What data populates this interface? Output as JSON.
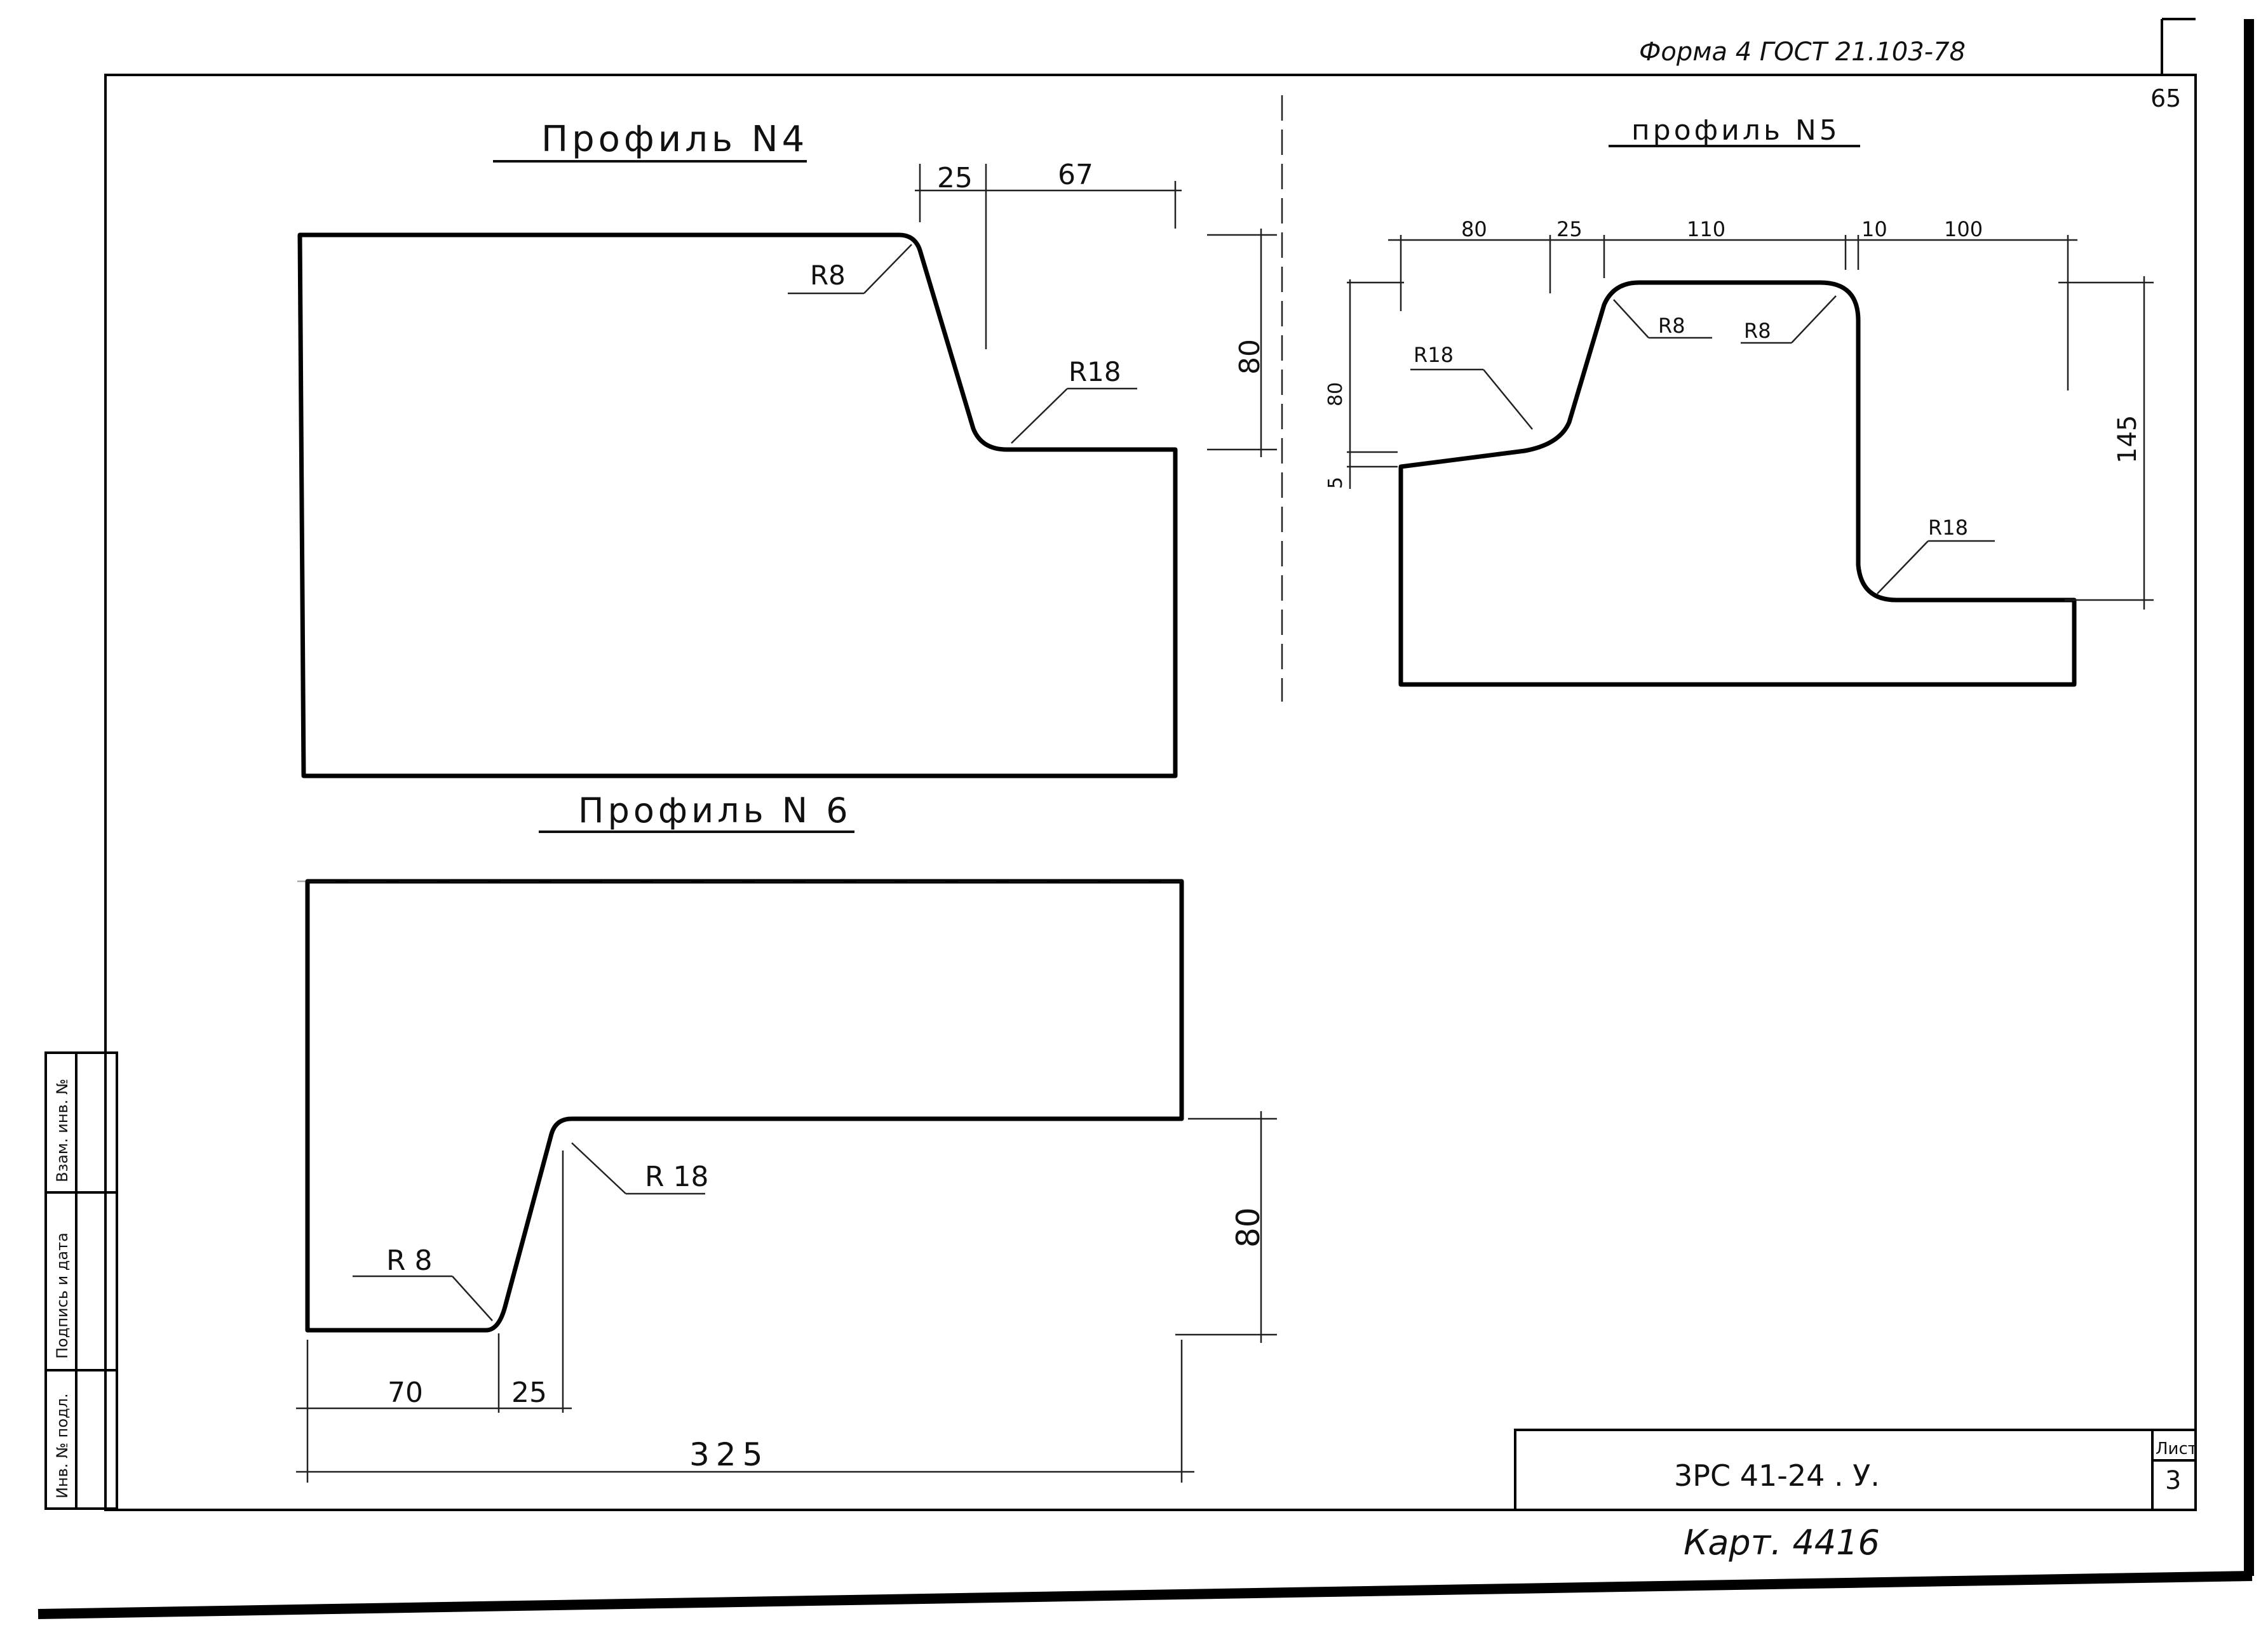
{
  "header": {
    "form_note": "Форма 4 ГОСТ 21.103-78",
    "page_number": "65"
  },
  "profile4": {
    "title": "Профиль N4",
    "dims": {
      "d25": "25",
      "d67": "67",
      "d80": "80",
      "r8": "R8",
      "r18": "R18"
    }
  },
  "profile5": {
    "title": "профиль N5",
    "dims": {
      "d80": "80",
      "d25": "25",
      "d110": "110",
      "d10": "10",
      "d100": "100",
      "v80": "80",
      "v5": "5",
      "v145": "145",
      "r18_left": "R18",
      "r8_left": "R8",
      "r8_right": "R8",
      "r18_bottom": "R18"
    }
  },
  "profile6": {
    "title": "Профиль N 6",
    "dims": {
      "d70": "70",
      "d25": "25",
      "d325": "325",
      "d80": "80",
      "r8": "R 8",
      "r18": "R 18"
    }
  },
  "side_stamp": {
    "cells": [
      "Инв. № подл.",
      "Подпись и дата",
      "Взам. инв. №"
    ]
  },
  "title_block": {
    "designation": "3РС 41-24 . У.",
    "sheet_label": "Лист",
    "sheet_number": "3"
  },
  "handwritten_note": "Карт. 4416"
}
